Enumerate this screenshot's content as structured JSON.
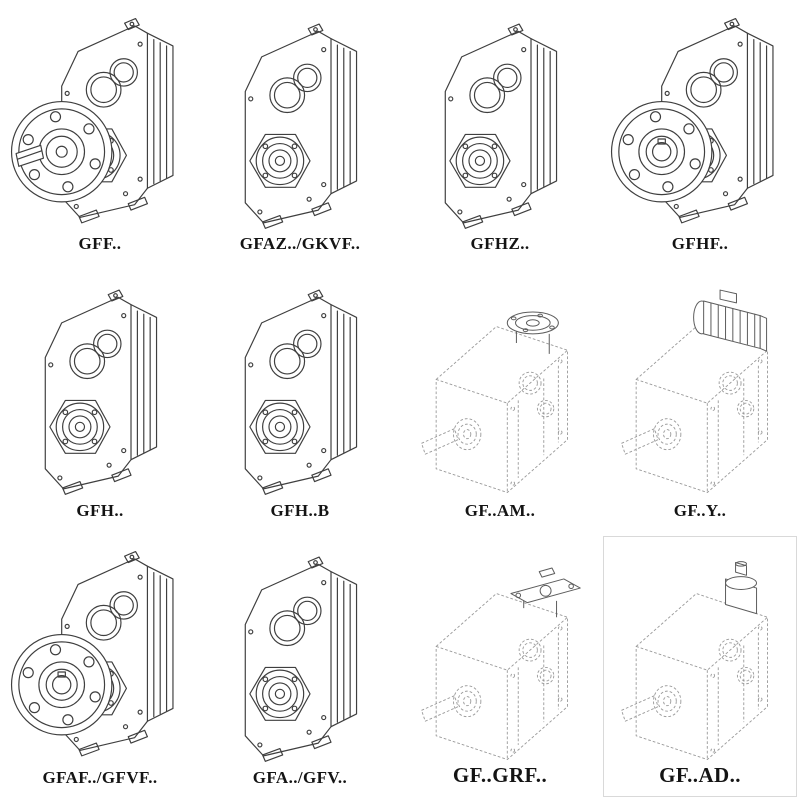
{
  "catalog": {
    "items": [
      {
        "label": "GFF..",
        "drawing": "flange-with-shaft"
      },
      {
        "label": "GFAZ../GKVF..",
        "drawing": "housing-front"
      },
      {
        "label": "GFHZ..",
        "drawing": "housing-front"
      },
      {
        "label": "GFHF..",
        "drawing": "flange-hollow"
      },
      {
        "label": "GFH..",
        "drawing": "housing-front"
      },
      {
        "label": "GFH..B",
        "drawing": "housing-front"
      },
      {
        "label": "GF..AM..",
        "drawing": "dashed-with-input-flange"
      },
      {
        "label": "GF..Y..",
        "drawing": "dashed-with-motor"
      },
      {
        "label": "GFAF../GFVF..",
        "drawing": "flange-hollow"
      },
      {
        "label": "GFA../GFV..",
        "drawing": "housing-front"
      },
      {
        "label": "GF..GRF..",
        "drawing": "dashed-with-top-plate"
      },
      {
        "label": "GF..AD..",
        "drawing": "dashed-with-input-adapter"
      }
    ],
    "colors": {
      "line": "#3f3f3f",
      "dashed_line": "#9a9a9a",
      "background": "#ffffff"
    }
  }
}
